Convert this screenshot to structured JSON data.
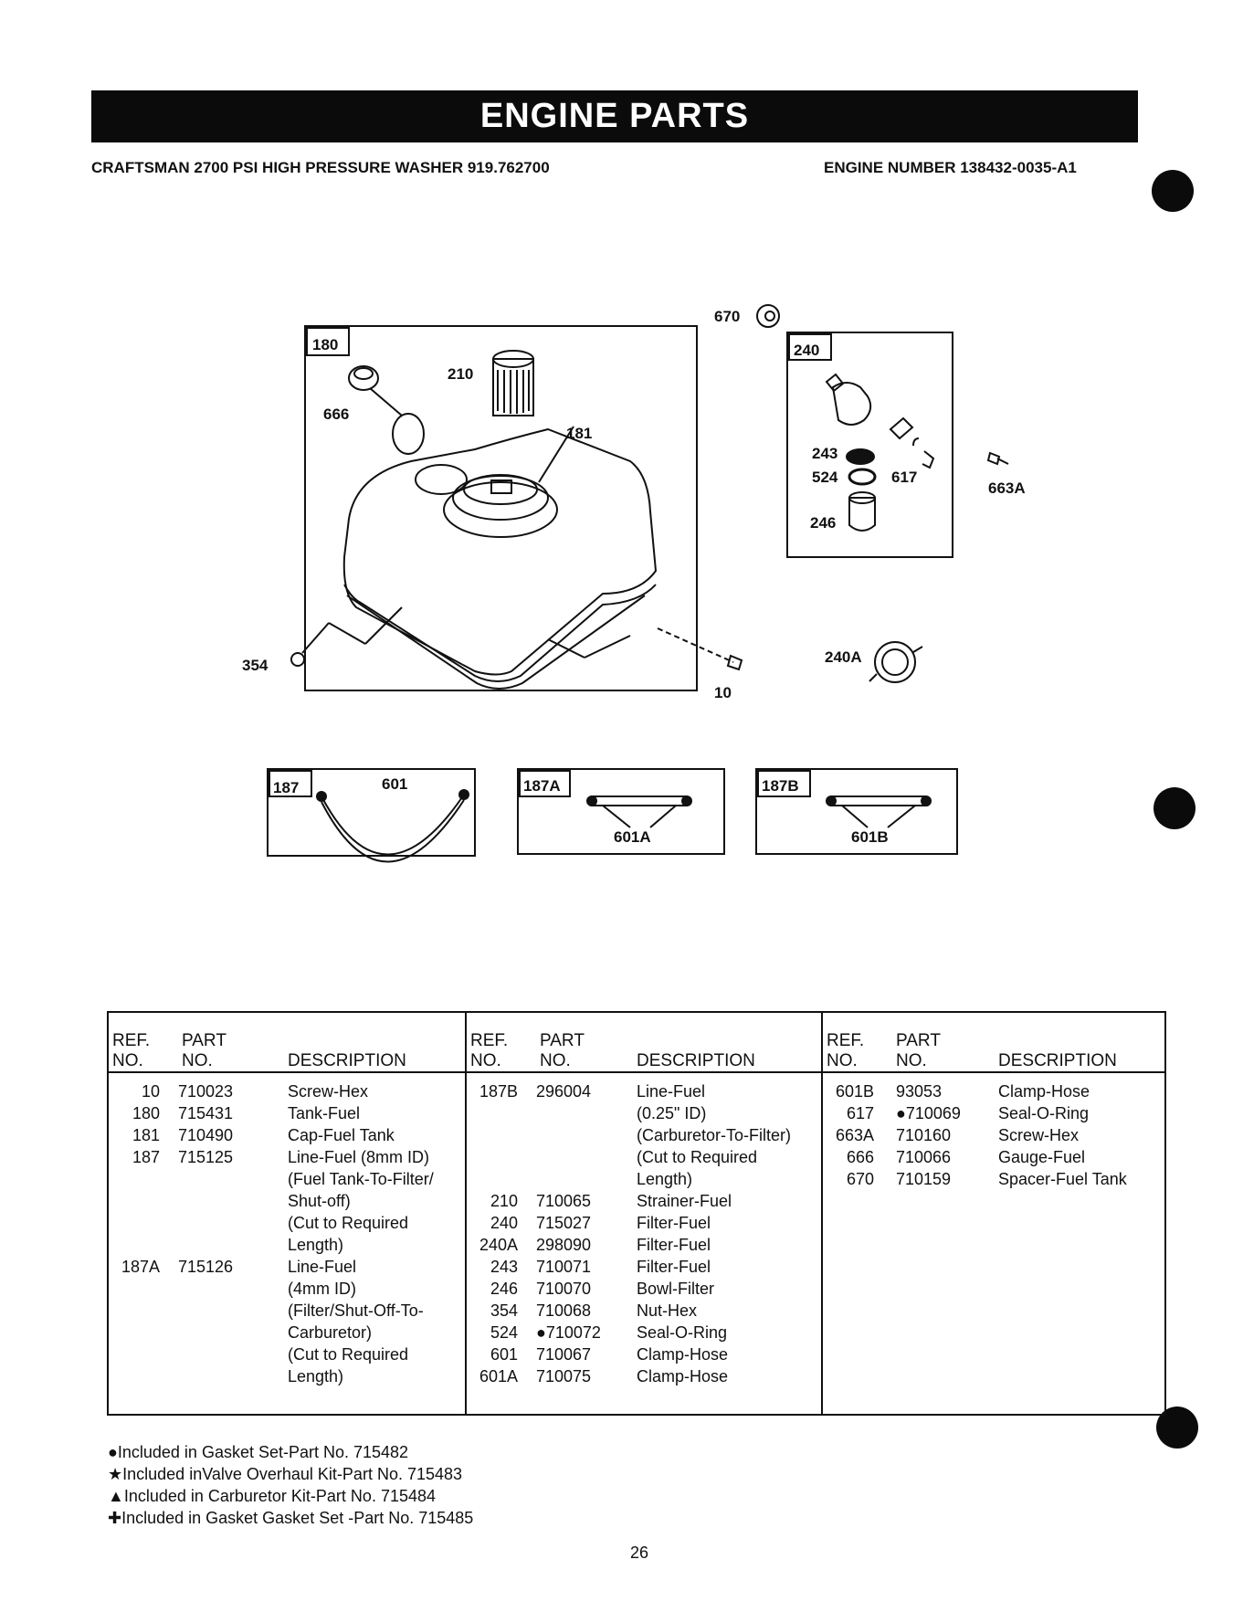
{
  "header": {
    "title": "ENGINE PARTS",
    "model": "CRAFTSMAN 2700 PSI HIGH PRESSURE WASHER 919.762700",
    "engine": "ENGINE NUMBER 138432-0035-A1"
  },
  "diagram": {
    "labels": {
      "l180": "180",
      "l210": "210",
      "l666": "666",
      "l181": "181",
      "l354": "354",
      "l10": "10",
      "l670": "670",
      "l240": "240",
      "l243": "243",
      "l524": "524",
      "l617": "617",
      "l246": "246",
      "l663A": "663A",
      "l240A": "240A",
      "l187": "187",
      "l601": "601",
      "l187A": "187A",
      "l601A": "601A",
      "l187B": "187B",
      "l601B": "601B"
    }
  },
  "table": {
    "headers": {
      "ref1": "REF.",
      "ref2": "NO.",
      "part1": "PART",
      "part2": "NO.",
      "desc": "DESCRIPTION"
    },
    "col1": [
      {
        "ref": "10",
        "part": "710023",
        "desc": [
          "Screw-Hex"
        ]
      },
      {
        "ref": "180",
        "part": "715431",
        "desc": [
          "Tank-Fuel"
        ]
      },
      {
        "ref": "181",
        "part": "710490",
        "desc": [
          "Cap-Fuel Tank"
        ]
      },
      {
        "ref": "187",
        "part": "715125",
        "desc": [
          "Line-Fuel (8mm ID)",
          "(Fuel Tank-To-Filter/",
          "Shut-off)",
          "(Cut to Required",
          "Length)"
        ]
      },
      {
        "ref": "187A",
        "part": "715126",
        "desc": [
          "Line-Fuel",
          "(4mm ID)",
          "(Filter/Shut-Off-To-",
          "Carburetor)",
          "(Cut to Required",
          "Length)"
        ]
      }
    ],
    "col2": [
      {
        "ref": "187B",
        "part": "296004",
        "desc": [
          "Line-Fuel",
          "(0.25\" ID)",
          "(Carburetor-To-Filter)",
          "(Cut to Required",
          "Length)"
        ]
      },
      {
        "ref": "210",
        "part": "710065",
        "desc": [
          "Strainer-Fuel"
        ]
      },
      {
        "ref": "240",
        "part": "715027",
        "desc": [
          "Filter-Fuel"
        ]
      },
      {
        "ref": "240A",
        "part": "298090",
        "desc": [
          "Filter-Fuel"
        ]
      },
      {
        "ref": "243",
        "part": "710071",
        "desc": [
          "Filter-Fuel"
        ]
      },
      {
        "ref": "246",
        "part": "710070",
        "desc": [
          "Bowl-Filter"
        ]
      },
      {
        "ref": "354",
        "part": "710068",
        "desc": [
          "Nut-Hex"
        ]
      },
      {
        "ref": "524",
        "part": "●710072",
        "desc": [
          "Seal-O-Ring"
        ]
      },
      {
        "ref": "601",
        "part": "710067",
        "desc": [
          "Clamp-Hose"
        ]
      },
      {
        "ref": "601A",
        "part": "710075",
        "desc": [
          "Clamp-Hose"
        ]
      }
    ],
    "col3": [
      {
        "ref": "601B",
        "part": "93053",
        "desc": [
          "Clamp-Hose"
        ]
      },
      {
        "ref": "617",
        "part": "●710069",
        "desc": [
          "Seal-O-Ring"
        ]
      },
      {
        "ref": "663A",
        "part": "710160",
        "desc": [
          "Screw-Hex"
        ]
      },
      {
        "ref": "666",
        "part": "710066",
        "desc": [
          "Gauge-Fuel"
        ]
      },
      {
        "ref": "670",
        "part": "710159",
        "desc": [
          "Spacer-Fuel Tank"
        ]
      }
    ]
  },
  "notes": [
    "●Included in Gasket Set-Part No. 715482",
    "★Included inValve Overhaul Kit-Part No. 715483",
    "▲Included in Carburetor Kit-Part No. 715484",
    "✚Included in Gasket Gasket Set -Part No. 715485"
  ],
  "page_number": "26"
}
